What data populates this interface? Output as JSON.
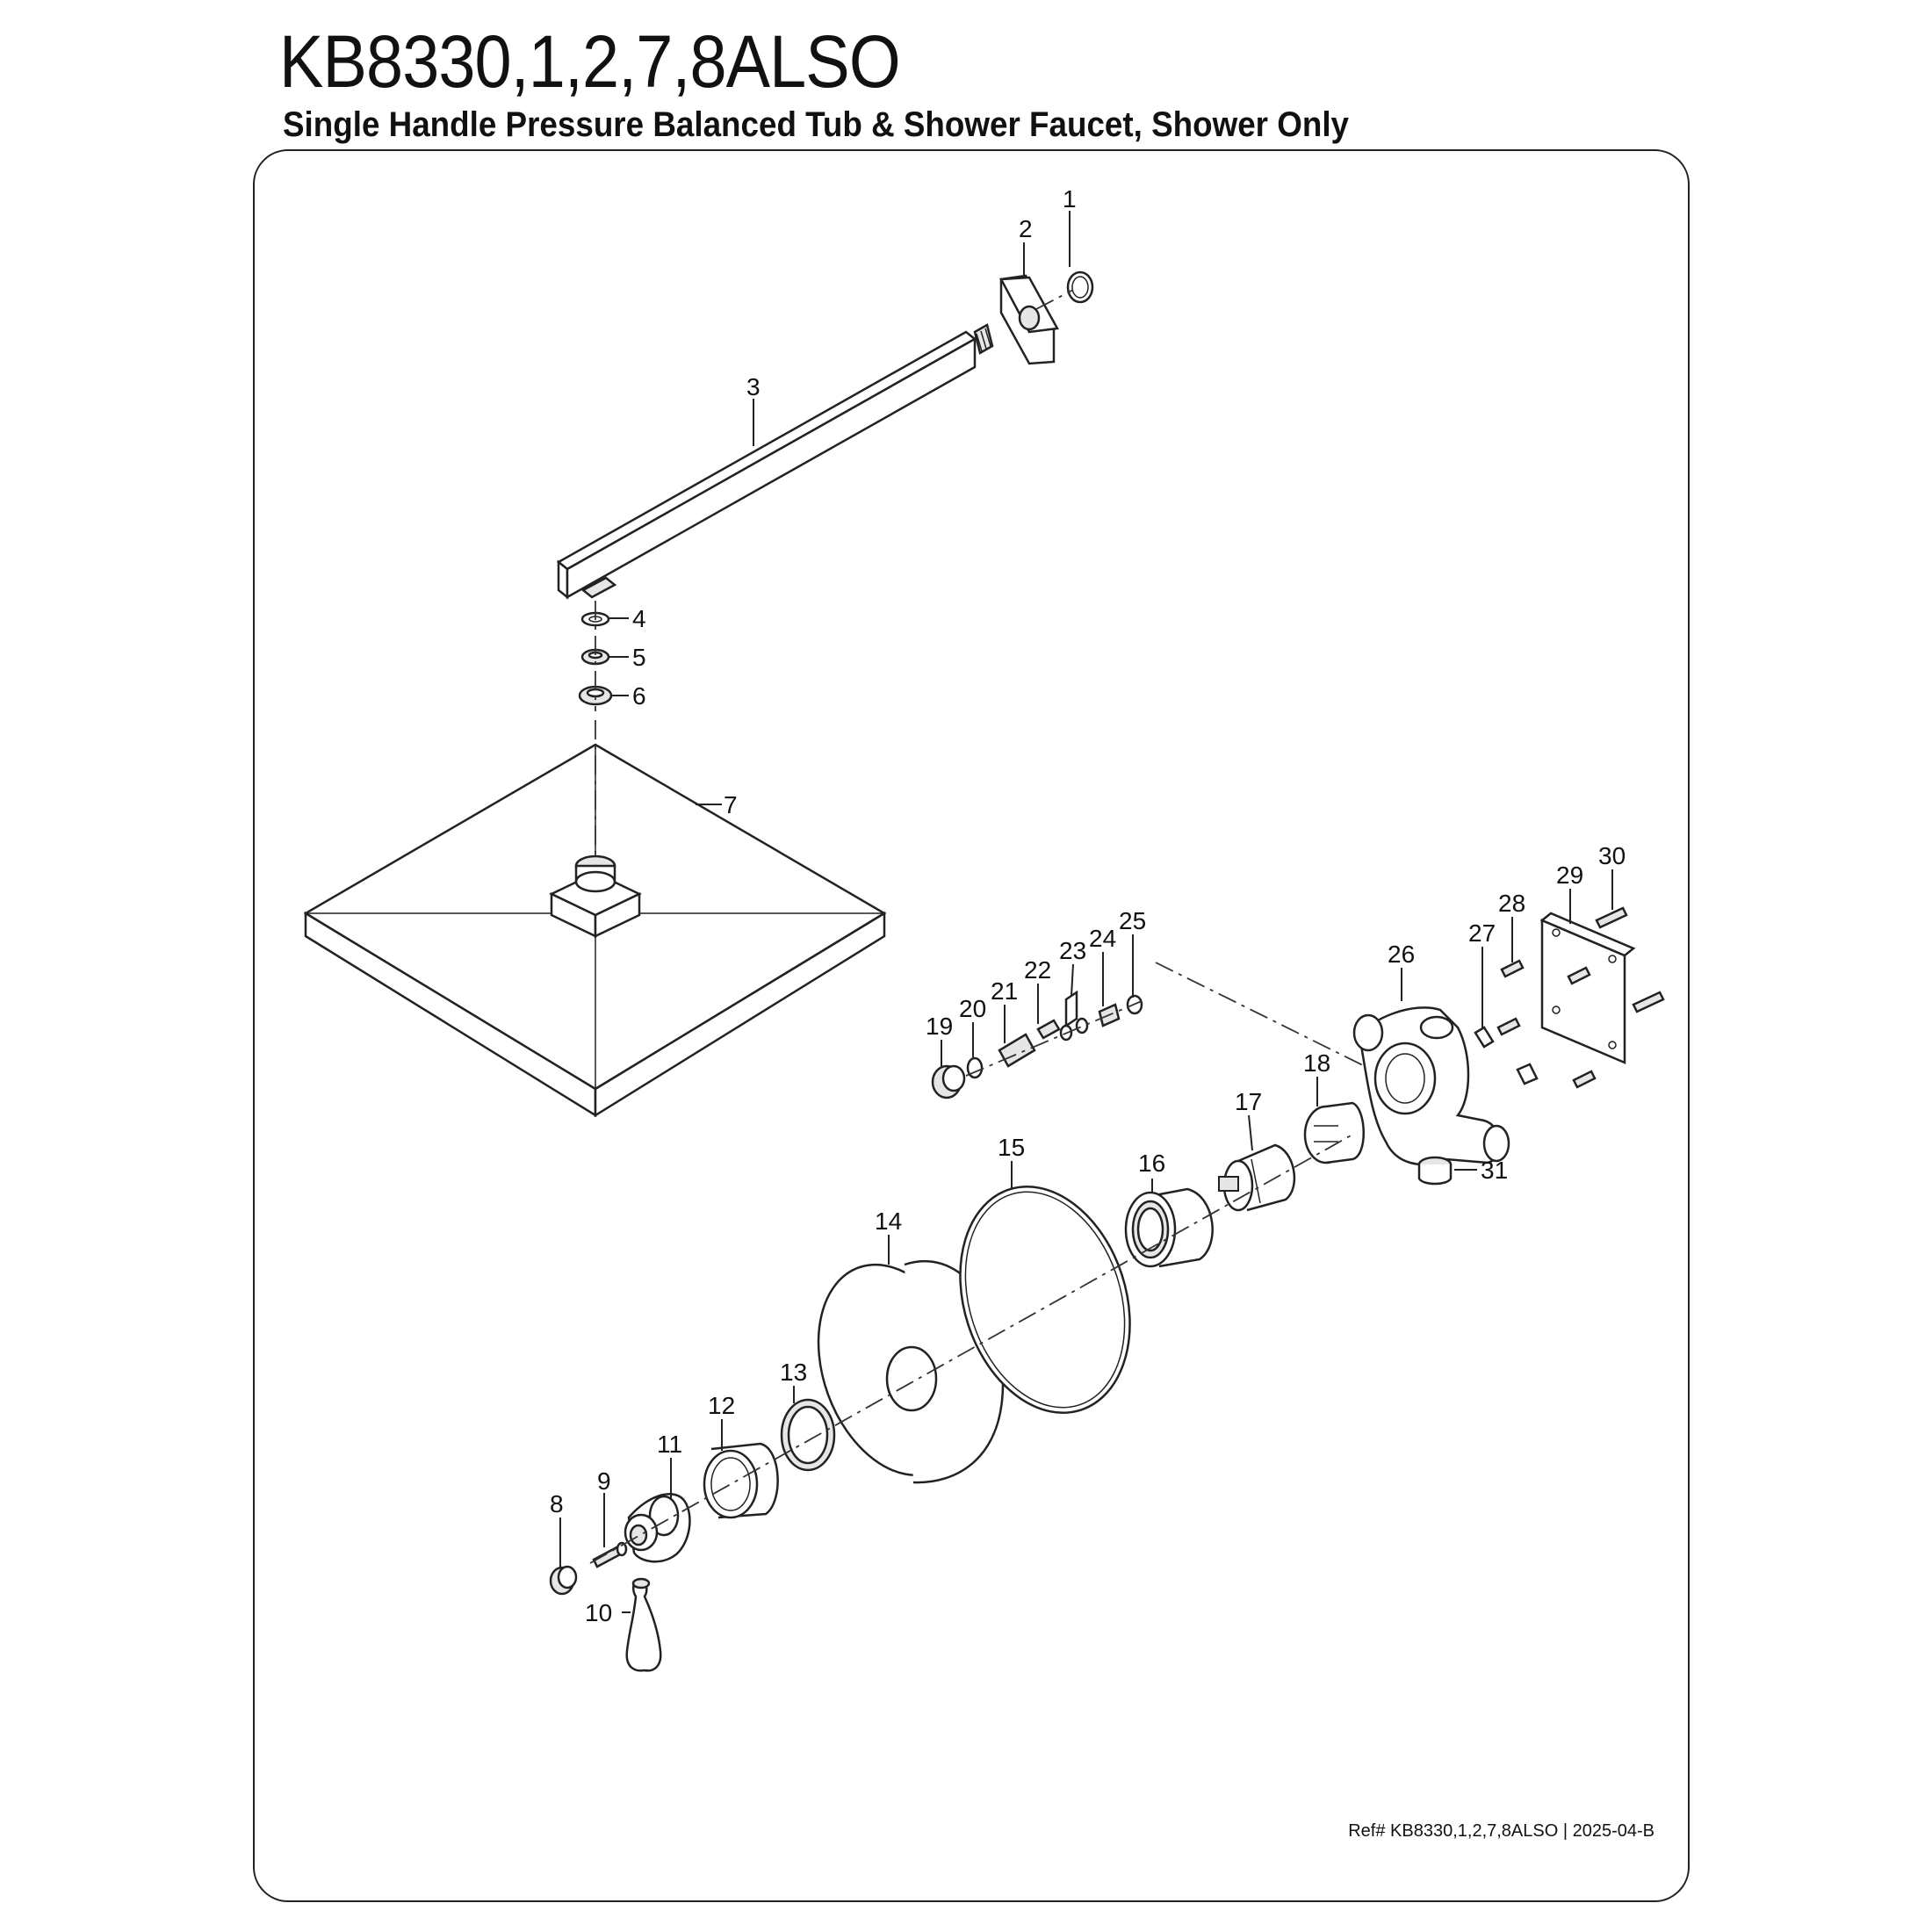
{
  "header": {
    "title": "KB8330,1,2,7,8ALSO",
    "subtitle": "Single Handle Pressure Balanced Tub & Shower Faucet, Shower Only"
  },
  "footer": {
    "reference": "Ref# KB8330,1,2,7,8ALSO | 2025-04-B"
  },
  "diagram": {
    "part_numbers": [
      "1",
      "2",
      "3",
      "4",
      "5",
      "6",
      "7",
      "8",
      "9",
      "10",
      "11",
      "12",
      "13",
      "14",
      "15",
      "16",
      "17",
      "18",
      "19",
      "20",
      "21",
      "22",
      "23",
      "24",
      "25",
      "26",
      "27",
      "28",
      "29",
      "30",
      "31"
    ]
  }
}
